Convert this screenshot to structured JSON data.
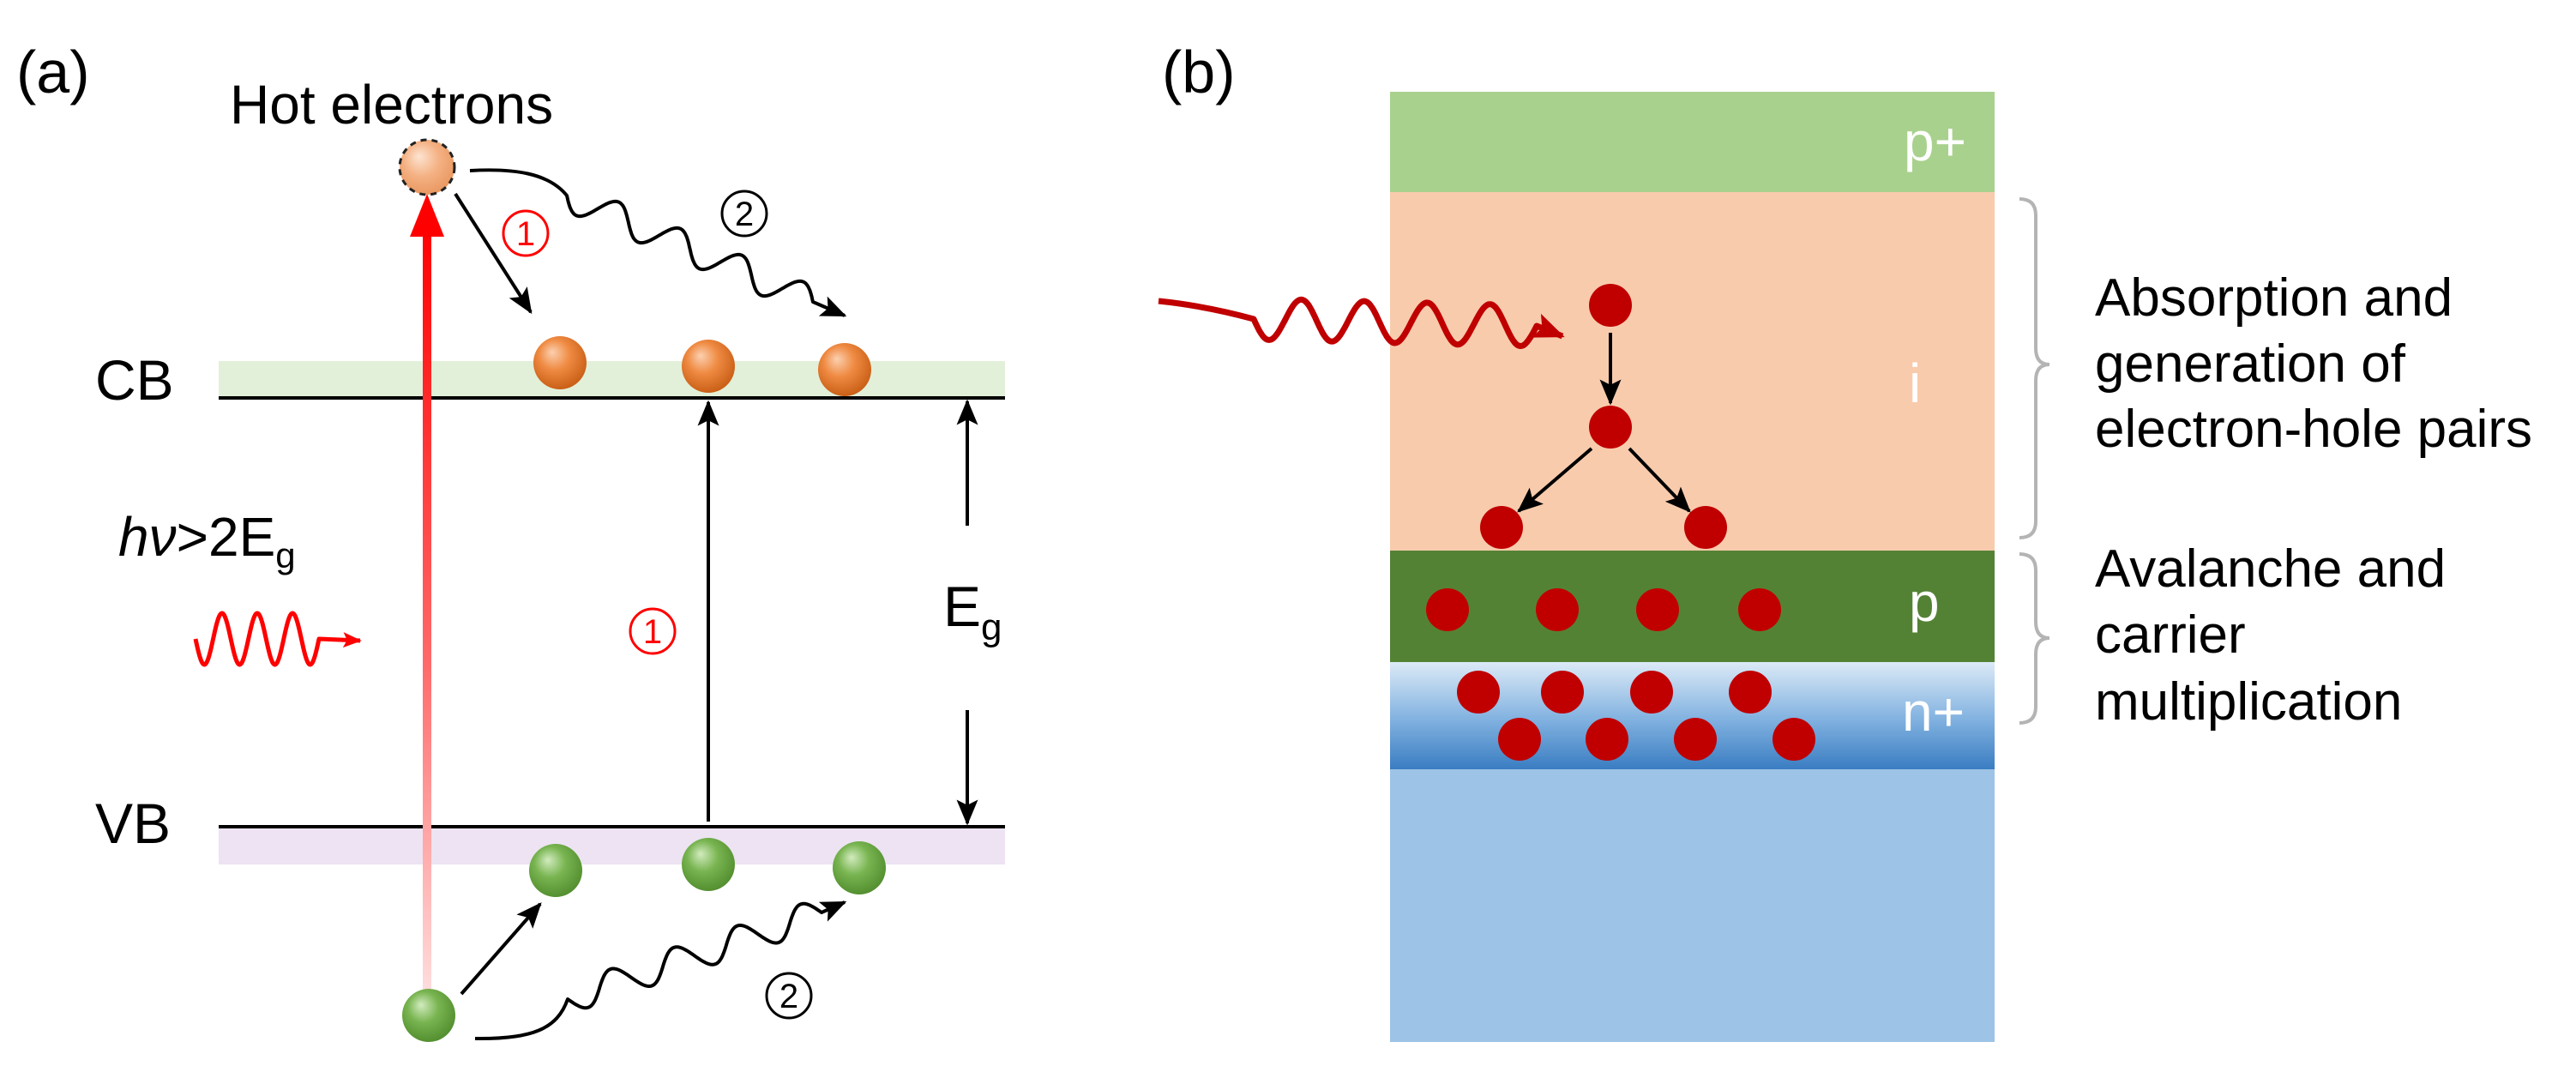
{
  "panel_a": {
    "label": "(a)",
    "hot_electrons": "Hot electrons",
    "cb": "CB",
    "vb": "VB",
    "photon": {
      "symbol": "hν",
      "relation": ">2E",
      "subscript": "g"
    },
    "bandgap": {
      "symbol": "E",
      "subscript": "g"
    },
    "markers": {
      "top_straight": "1",
      "top_wavy": "2",
      "interband": "1",
      "bottom_wavy": "2"
    }
  },
  "panel_b": {
    "label": "(b)",
    "layers": {
      "p_plus": "p+",
      "i": "i",
      "p": "p",
      "n_plus": "n+"
    },
    "annotation_absorption": [
      "Absorption and",
      "generation of",
      "electron-hole pairs"
    ],
    "annotation_avalanche": [
      "Avalanche and",
      "carrier",
      "multiplication"
    ]
  },
  "colors": {
    "excitation_red": "#ff0000",
    "cb_band": "#e2f0d9",
    "vb_band": "#ede3f3",
    "carrier_dark_red": "#c00000",
    "layer_p_plus": "#a9d18e",
    "layer_i": "#f8cbad",
    "layer_p": "#548235",
    "layer_substrate": "#9dc3e6",
    "brace_gray": "#b4b4b4"
  }
}
